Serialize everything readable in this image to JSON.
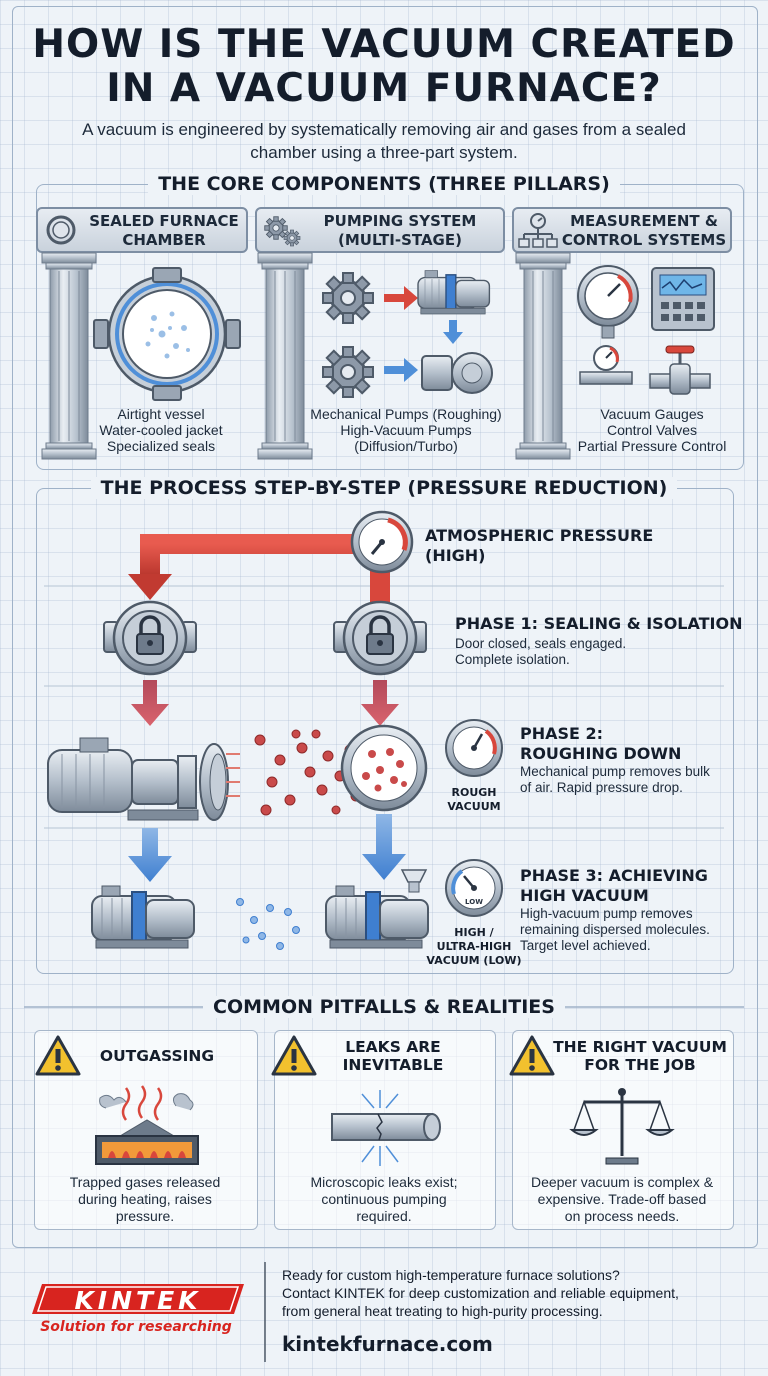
{
  "header": {
    "title_line1": "HOW IS THE VACUUM CREATED",
    "title_line2": "IN A VACUUM FURNACE?",
    "subtitle": "A vacuum is engineered by systematically removing air and gases from a sealed chamber using a three-part system."
  },
  "components": {
    "heading": "THE CORE COMPONENTS (THREE PILLARS)",
    "pillars": [
      {
        "title_1": "SEALED FURNACE",
        "title_2": "CHAMBER",
        "lines": [
          "Airtight vessel",
          "Water-cooled jacket",
          "Specialized seals"
        ]
      },
      {
        "title_1": "PUMPING SYSTEM",
        "title_2": "(MULTI-STAGE)",
        "lines": [
          "Mechanical Pumps (Roughing)",
          "High-Vacuum Pumps",
          "(Diffusion/Turbo)"
        ]
      },
      {
        "title_1": "MEASUREMENT &",
        "title_2": "CONTROL SYSTEMS",
        "lines": [
          "Vacuum Gauges",
          "Control Valves",
          "Partial Pressure Control"
        ]
      }
    ]
  },
  "process": {
    "heading": "THE PROCESS STEP-BY-STEP (PRESSURE REDUCTION)",
    "atm_1": "ATMOSPHERIC PRESSURE",
    "atm_2": "(HIGH)",
    "phase1": {
      "title": "PHASE 1: SEALING & ISOLATION",
      "d1": "Door closed, seals engaged.",
      "d2": "Complete isolation."
    },
    "phase2": {
      "title_1": "PHASE 2:",
      "title_2": "ROUGHING DOWN",
      "d1": "Mechanical pump removes bulk",
      "d2": "of air. Rapid pressure drop.",
      "gauge_1": "ROUGH",
      "gauge_2": "VACUUM"
    },
    "phase3": {
      "title_1": "PHASE 3: ACHIEVING",
      "title_2": "HIGH VACUUM",
      "d1": "High-vacuum pump removes",
      "d2": "remaining dispersed molecules.",
      "d3": "Target level achieved.",
      "gauge_face": "LOW",
      "gauge_1": "HIGH /",
      "gauge_2": "ULTRA-HIGH",
      "gauge_3": "VACUUM (LOW)"
    }
  },
  "pitfalls": {
    "heading": "COMMON PITFALLS & REALITIES",
    "items": [
      {
        "title_1": "OUTGASSING",
        "title_2": "",
        "d1": "Trapped gases released",
        "d2": "during heating, raises",
        "d3": "pressure."
      },
      {
        "title_1": "LEAKS ARE",
        "title_2": "INEVITABLE",
        "d1": "Microscopic leaks exist;",
        "d2": "continuous pumping",
        "d3": "required."
      },
      {
        "title_1": "THE RIGHT VACUUM",
        "title_2": "FOR THE JOB",
        "d1": "Deeper vacuum is complex &",
        "d2": "expensive. Trade-off based",
        "d3": "on process needs."
      }
    ]
  },
  "footer": {
    "brand": "KINTEK",
    "tagline": "Solution for researching",
    "d1": "Ready for custom high-temperature furnace solutions?",
    "d2": "Contact KINTEK for deep customization and reliable equipment,",
    "d3": "from general heat treating to high-purity processing.",
    "url": "kintekfurnace.com"
  },
  "colors": {
    "accent_red": "#d8473c",
    "accent_blue": "#4f8fd8",
    "warning_yellow": "#f2c12e",
    "ink": "#141d2b"
  }
}
